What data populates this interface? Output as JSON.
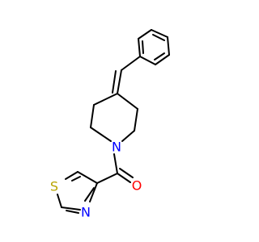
{
  "colors": {
    "carbon_bond": "#000000",
    "nitrogen": "#0000ff",
    "oxygen": "#ff0000",
    "sulfur": "#b8a400",
    "background": "#ffffff"
  },
  "atoms": {
    "ring_nitrogen": "N",
    "carbonyl_oxygen": "O",
    "thiazole_sulfur": "S",
    "thiazole_nitrogen": "N"
  }
}
